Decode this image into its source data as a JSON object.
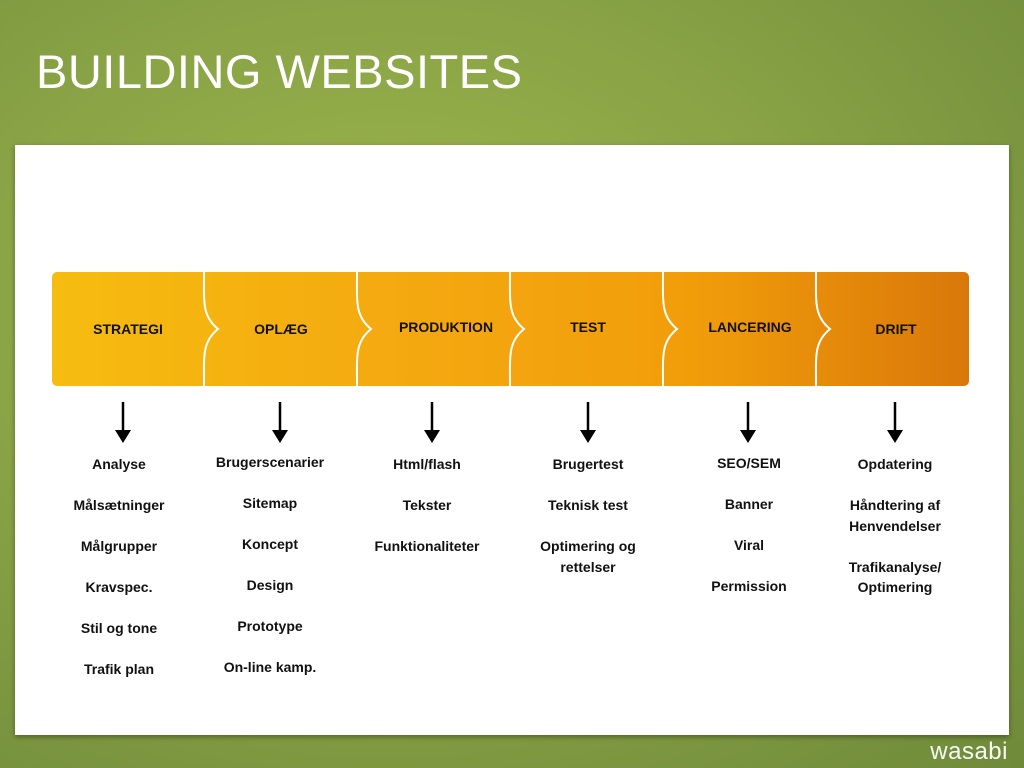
{
  "slide": {
    "title": "BUILDING WEBSITES",
    "logo_text": "wasabi"
  },
  "colors": {
    "background": "#8aa446",
    "bar_start": "#f6bc10",
    "bar_end": "#d9780a",
    "panel": "#ffffff",
    "text": "#111111"
  },
  "stages": [
    {
      "label": "STRATEGI",
      "tasks": [
        "Analyse",
        "Målsætninger",
        "Målgrupper",
        "Kravspec.",
        "Stil og tone",
        "Trafik plan"
      ]
    },
    {
      "label": "OPLÆG",
      "tasks": [
        "Brugerscenarier",
        "Sitemap",
        "Koncept",
        "Design",
        "Prototype",
        "On-line kamp."
      ]
    },
    {
      "label": "PRODUKTION",
      "tasks": [
        "Html/flash",
        "Tekster",
        "Funktionaliteter"
      ]
    },
    {
      "label": "TEST",
      "tasks": [
        "Brugertest",
        "Teknisk test",
        "Optimering og rettelser"
      ]
    },
    {
      "label": "LANCERING",
      "tasks": [
        "SEO/SEM",
        "Banner",
        "Viral",
        "Permission"
      ]
    },
    {
      "label": "DRIFT",
      "tasks": [
        "Opdatering",
        "Håndtering af Henvendelser",
        "Trafikanalyse/ Optimering"
      ]
    }
  ]
}
